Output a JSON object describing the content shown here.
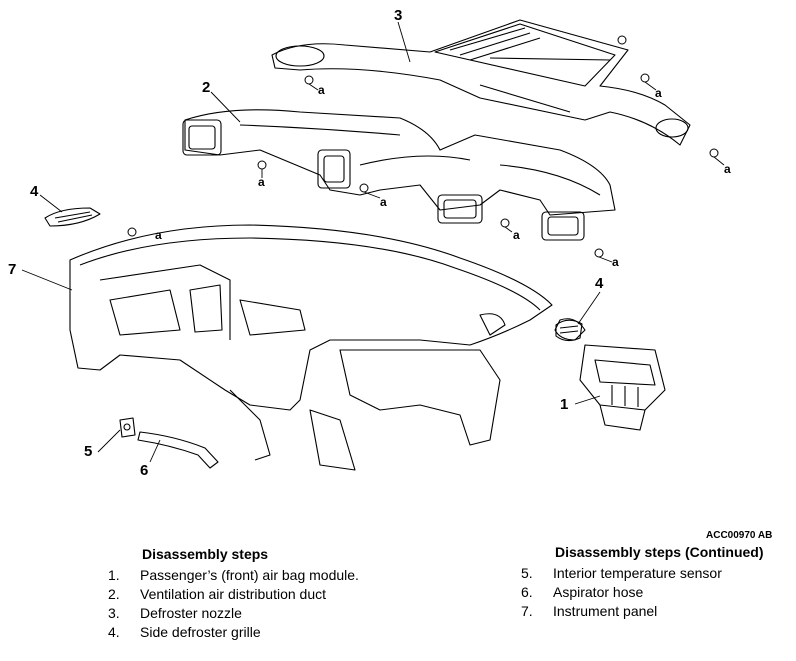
{
  "figure": {
    "code": "ACC00970 AB",
    "callouts": {
      "c1": "1",
      "c2": "2",
      "c3": "3",
      "c4_left": "4",
      "c4_right": "4",
      "c5": "5",
      "c6": "6",
      "c7": "7"
    },
    "fastener_label": "a"
  },
  "steps_left": {
    "title": "Disassembly steps",
    "items": [
      {
        "num": "1.",
        "text": "Passenger’s (front) air bag module."
      },
      {
        "num": "2.",
        "text": "Ventilation air distribution duct"
      },
      {
        "num": "3.",
        "text": "Defroster nozzle"
      },
      {
        "num": "4.",
        "text": "Side defroster grille"
      }
    ]
  },
  "steps_right": {
    "title": "Disassembly steps (Continued)",
    "items": [
      {
        "num": "5.",
        "text": "Interior temperature sensor"
      },
      {
        "num": "6.",
        "text": "Aspirator hose"
      },
      {
        "num": "7.",
        "text": "Instrument panel"
      }
    ]
  }
}
